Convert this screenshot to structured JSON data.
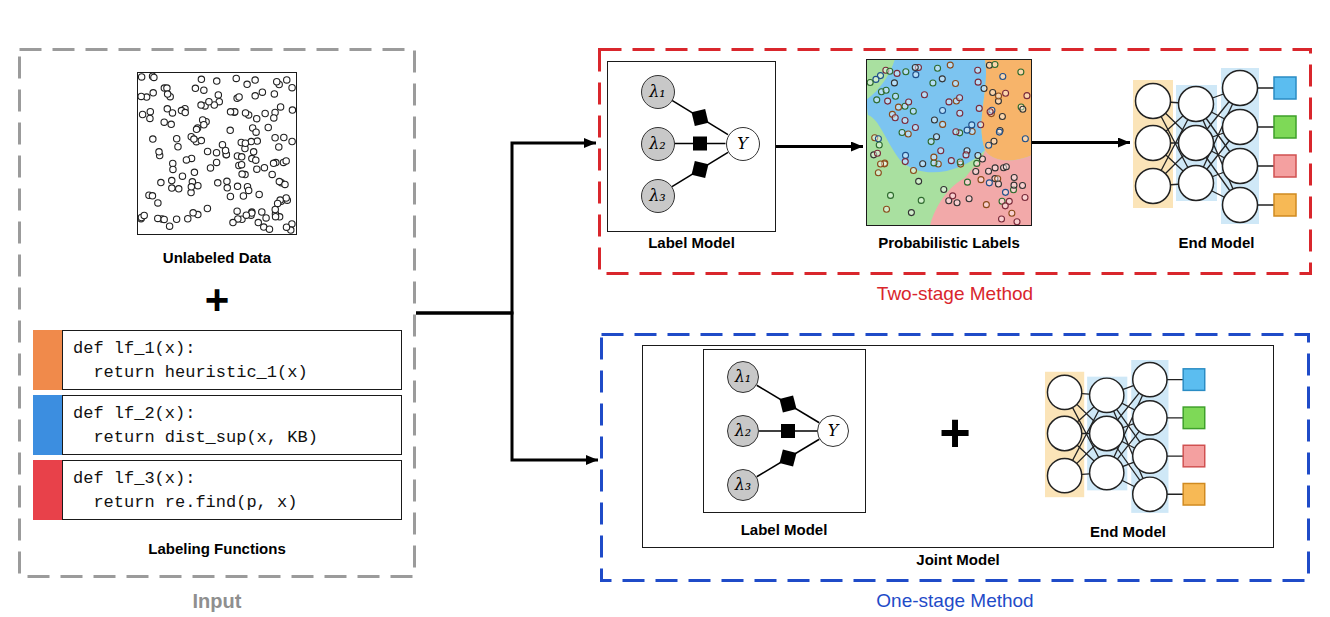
{
  "diagram": {
    "nodes": [
      {
        "text": [
          "Input"
        ]
      },
      {
        "text": [
          "Unlabeled Data"
        ],
        "in": 0
      },
      {
        "text": [
          "def lf_1(x):",
          "return heuristic_1(x)"
        ],
        "in": 0
      },
      {
        "text": [
          "def lf_2(x):",
          "return dist_sup(x, KB)"
        ],
        "in": 0
      },
      {
        "text": [
          "def lf_3(x):",
          "return re.find(p, x)"
        ],
        "in": 0
      },
      {
        "text": [
          "Two-stage Method"
        ]
      },
      {
        "text": [
          "Label Model"
        ],
        "in": 5
      },
      {
        "text": [
          "λ₁"
        ],
        "in": 6
      },
      {
        "text": [
          "λ₂"
        ],
        "in": 6
      },
      {
        "text": [
          "λ₃"
        ],
        "in": 6
      },
      {
        "text": [
          "Y"
        ],
        "in": 6
      },
      {
        "text": [
          "Probabilistic Labels"
        ],
        "in": 5
      },
      {
        "text": [
          "End Model"
        ],
        "in": 5
      },
      {
        "text": [
          "One-stage Method"
        ]
      },
      {
        "text": [
          "Joint Model"
        ],
        "in": 13
      },
      {
        "text": [
          "Label Model"
        ],
        "in": 14
      },
      {
        "text": [
          "λ₁"
        ],
        "in": 15
      },
      {
        "text": [
          "λ₂"
        ],
        "in": 15
      },
      {
        "text": [
          "λ₃"
        ],
        "in": 15
      },
      {
        "text": [
          "Y"
        ],
        "in": 15
      },
      {
        "text": [
          "End Model"
        ],
        "in": 14
      }
    ],
    "edges": [
      {
        "from": 0,
        "to": 5,
        "arrow": "to"
      },
      {
        "from": 0,
        "to": 13,
        "arrow": "to"
      },
      {
        "from": 6,
        "to": 11,
        "arrow": "to"
      },
      {
        "from": 11,
        "to": 12,
        "arrow": "to"
      },
      {
        "from": 7,
        "to": 10,
        "arrow": "none"
      },
      {
        "from": 8,
        "to": 10,
        "arrow": "none"
      },
      {
        "from": 9,
        "to": 10,
        "arrow": "none"
      },
      {
        "from": 16,
        "to": 19,
        "arrow": "none"
      },
      {
        "from": 17,
        "to": 19,
        "arrow": "none"
      },
      {
        "from": 18,
        "to": 19,
        "arrow": "none"
      }
    ],
    "labels": [
      "+",
      "Labeling Functions",
      "+"
    ]
  }
}
